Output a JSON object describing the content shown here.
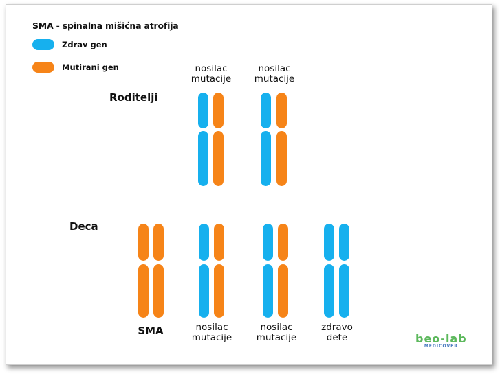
{
  "title": "SMA - spinalna mišićna atrofija",
  "colors": {
    "healthy": "#16b0ee",
    "mutated": "#f68418"
  },
  "legend": [
    {
      "label": "Zdrav gen",
      "color": "healthy"
    },
    {
      "label": "Mutirani gen",
      "color": "mutated"
    }
  ],
  "rows": {
    "parents": {
      "label": "Roditelji",
      "pairs": [
        {
          "caption": [
            "nosilac",
            "mutacije"
          ],
          "alleles": [
            "healthy",
            "mutated"
          ]
        },
        {
          "caption": [
            "nosilac",
            "mutacije"
          ],
          "alleles": [
            "healthy",
            "mutated"
          ]
        }
      ]
    },
    "children": {
      "label": "Deca",
      "pairs": [
        {
          "caption": [
            "SMA"
          ],
          "alleles": [
            "mutated",
            "mutated"
          ]
        },
        {
          "caption": [
            "nosilac",
            "mutacije"
          ],
          "alleles": [
            "healthy",
            "mutated"
          ]
        },
        {
          "caption": [
            "nosilac",
            "mutacije"
          ],
          "alleles": [
            "healthy",
            "mutated"
          ]
        },
        {
          "caption": [
            "zdravo",
            "dete"
          ],
          "alleles": [
            "healthy",
            "healthy"
          ]
        }
      ]
    }
  },
  "logo": {
    "main": "beo-lab",
    "sub": "MEDICOVER"
  }
}
